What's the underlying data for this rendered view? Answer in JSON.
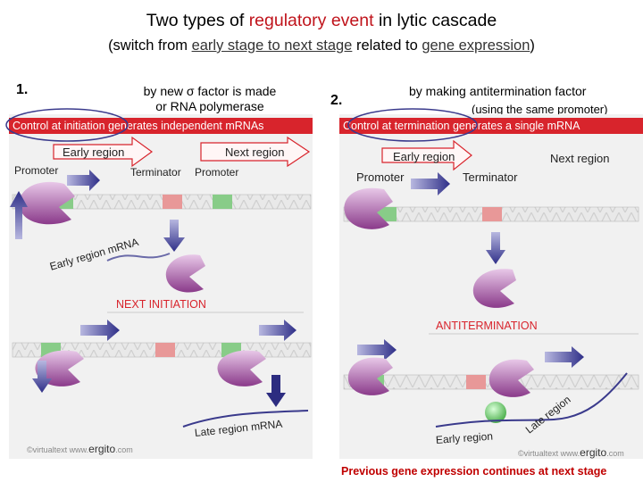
{
  "title": {
    "prefix": "Two types of ",
    "highlight": "regulatory event",
    "suffix": " in lytic cascade"
  },
  "subtitle": {
    "open": "(switch from ",
    "underline1": "early stage to next stage",
    "middle": " related to ",
    "underline2": "gene expression",
    "close": ")"
  },
  "left": {
    "number": "1.",
    "note_line1": "by new σ factor is made",
    "note_line2": "or RNA polymerase",
    "banner": "Control at initiation generates independent mRNAs",
    "early_region": "Early region",
    "next_region": "Next region",
    "promoter": "Promoter",
    "terminator": "Terminator",
    "promoter2": "Promoter",
    "early_mrna": "Early region mRNA",
    "section": "NEXT INITIATION",
    "late_mrna": "Late region mRNA",
    "credit": "©virtualtext www.",
    "credit_brand": "ergito",
    "credit_suffix": ".com"
  },
  "right": {
    "number": "2.",
    "note_line1": "by making antitermination factor",
    "note_line2": "(using the same promoter)",
    "banner": "Control at termination generates a single mRNA",
    "early_region": "Early region",
    "next_region": "Next region",
    "promoter": "Promoter",
    "terminator": "Terminator",
    "section": "ANTITERMINATION",
    "late_region": "Late region",
    "early_region_bottom": "Early region",
    "credit": "©virtualtext www.",
    "credit_brand": "ergito",
    "credit_suffix": ".com"
  },
  "footer": "Previous gene expression continues at next stage",
  "colors": {
    "accent_red": "#d8242c",
    "title_red": "#c0141c",
    "polymerase": "#9b4f9b",
    "arrow_blue": "#3a3a8c",
    "green_sigma": "#66cc66",
    "panel_bg": "#f1f1f1"
  }
}
